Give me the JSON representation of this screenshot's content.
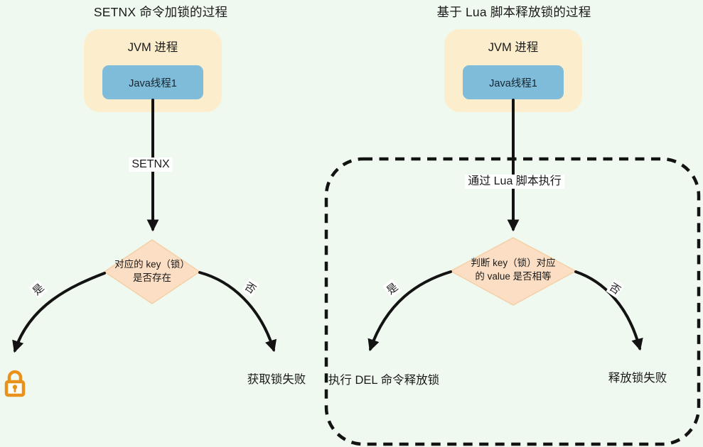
{
  "colors": {
    "background": "#F0F9F0",
    "process_box_fill": "#FCEECC",
    "thread_box_fill": "#7FBCDA",
    "diamond_fill": "#FBDEC3",
    "line_color": "#131313",
    "lock_orange": "#E8921B",
    "text_color": "#1A1A1A",
    "label_bg": "#FFFFFF"
  },
  "left_flow": {
    "title": "SETNX 命令加锁的过程",
    "process_label": "JVM 进程",
    "thread_label": "Java线程1",
    "arrow_label": "SETNX",
    "decision": "对应的 key（锁）\n是否存在",
    "yes_label": "是",
    "no_label": "否",
    "yes_result_icon": "lock-icon",
    "no_result": "获取锁失败"
  },
  "right_flow": {
    "title": "基于 Lua 脚本释放锁的过程",
    "process_label": "JVM 进程",
    "thread_label": "Java线程1",
    "arrow_label": "通过 Lua 脚本执行",
    "decision": "判断 key（锁）对应\n的 value 是否相等",
    "yes_label": "是",
    "no_label": "否",
    "yes_result": "执行 DEL 命令释放锁",
    "no_result": "释放锁失败"
  }
}
